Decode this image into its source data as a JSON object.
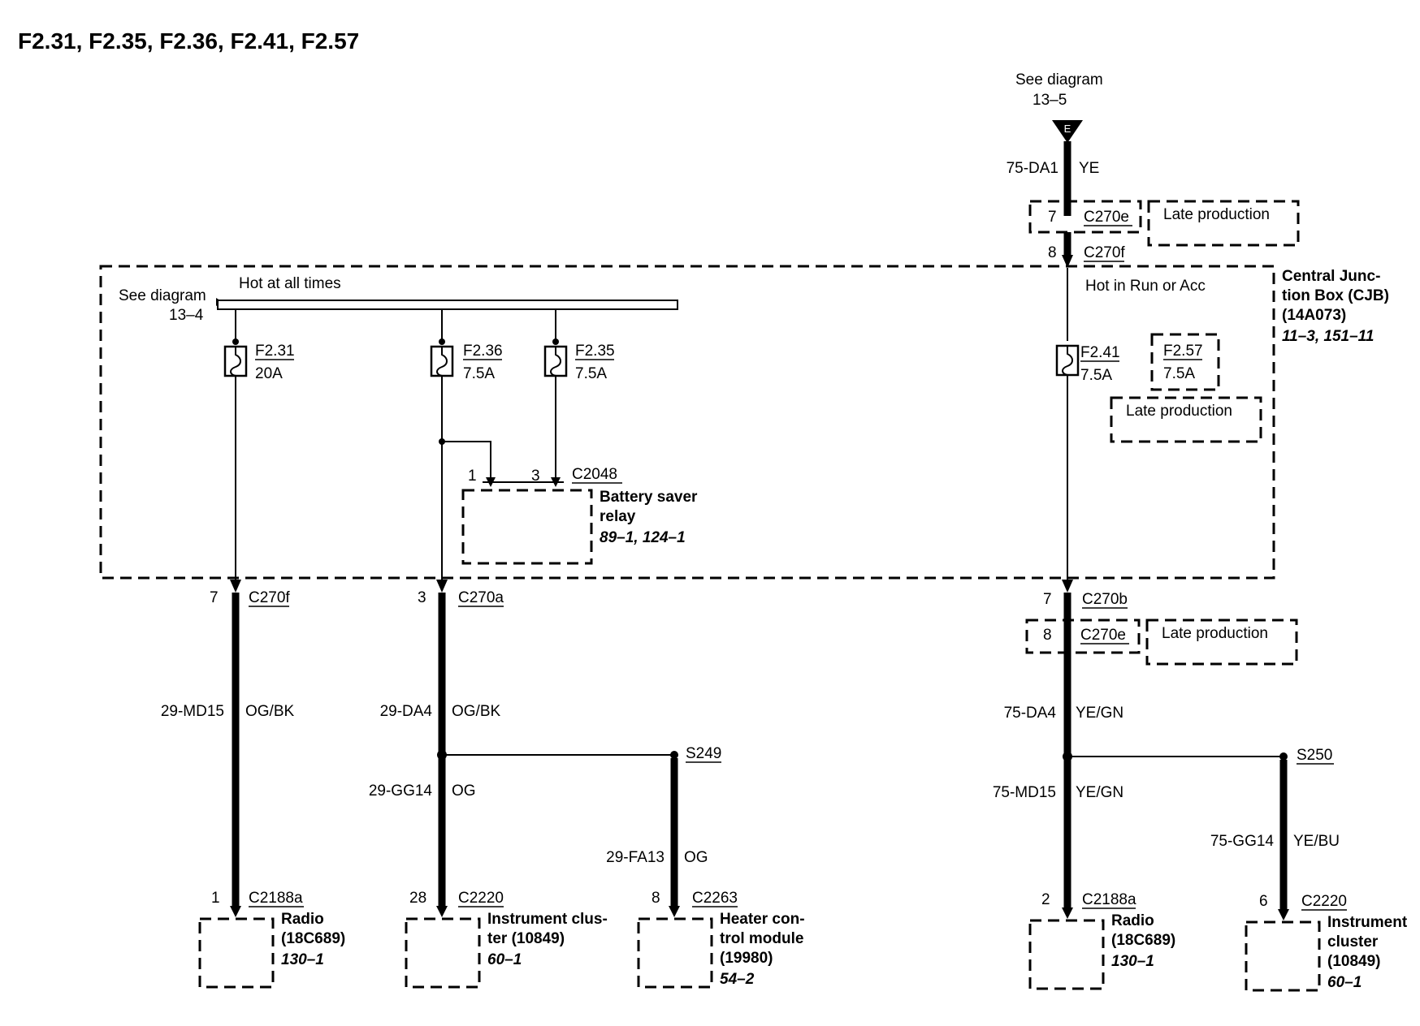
{
  "title": "F2.31, F2.35, F2.36, F2.41, F2.57",
  "top_source": {
    "see_line1": "See diagram",
    "see_line2": "13–5",
    "marker": "E",
    "circuit": "75-DA1",
    "color": "YE",
    "late_pin": "7",
    "late_connector": "C270e",
    "late_label": "Late production",
    "pin": "8",
    "connector": "C270f"
  },
  "cjb": {
    "name_lines": [
      "Central Junc-",
      "tion Box (CJB)",
      "(14A073)"
    ],
    "ref": "11–3, 151–11",
    "hot_always": "Hot at all times",
    "hot_run": "Hot in Run or Acc",
    "see_line1": "See diagram",
    "see_line2": "13–4"
  },
  "fuses": [
    {
      "name": "F2.31",
      "rating": "20A"
    },
    {
      "name": "F2.36",
      "rating": "7.5A"
    },
    {
      "name": "F2.35",
      "rating": "7.5A"
    },
    {
      "name": "F2.41",
      "rating": "7.5A"
    },
    {
      "name": "F2.57",
      "rating": "7.5A",
      "note": "Late production"
    }
  ],
  "relay": {
    "pin1": "1",
    "pin3": "3",
    "connector": "C2048",
    "name_lines": [
      "Battery saver",
      "relay"
    ],
    "ref": "89–1, 124–1"
  },
  "exits": [
    {
      "pin": "7",
      "connector": "C270f"
    },
    {
      "pin": "3",
      "connector": "C270a"
    },
    {
      "pin": "7",
      "connector": "C270b",
      "late_pin": "8",
      "late_connector": "C270e",
      "late_label": "Late production"
    }
  ],
  "wires": [
    {
      "circuit": "29-MD15",
      "color": "OG/BK"
    },
    {
      "circuit": "29-DA4",
      "color": "OG/BK"
    },
    {
      "circuit": "29-GG14",
      "color": "OG"
    },
    {
      "circuit": "29-FA13",
      "color": "OG"
    },
    {
      "circuit": "75-DA4",
      "color": "YE/GN"
    },
    {
      "circuit": "75-MD15",
      "color": "YE/GN"
    },
    {
      "circuit": "75-GG14",
      "color": "YE/BU"
    }
  ],
  "splices": [
    "S249",
    "S250"
  ],
  "components": [
    {
      "pin": "1",
      "connector": "C2188a",
      "name_lines": [
        "Radio",
        "(18C689)"
      ],
      "ref": "130–1"
    },
    {
      "pin": "28",
      "connector": "C2220",
      "name_lines": [
        "Instrument clus-",
        "ter (10849)"
      ],
      "ref": "60–1"
    },
    {
      "pin": "8",
      "connector": "C2263",
      "name_lines": [
        "Heater con-",
        "trol module",
        "(19980)"
      ],
      "ref": "54–2"
    },
    {
      "pin": "2",
      "connector": "C2188a",
      "name_lines": [
        "Radio",
        "(18C689)"
      ],
      "ref": "130–1"
    },
    {
      "pin": "6",
      "connector": "C2220",
      "name_lines": [
        "Instrument",
        "cluster",
        "(10849)"
      ],
      "ref": "60–1"
    }
  ]
}
